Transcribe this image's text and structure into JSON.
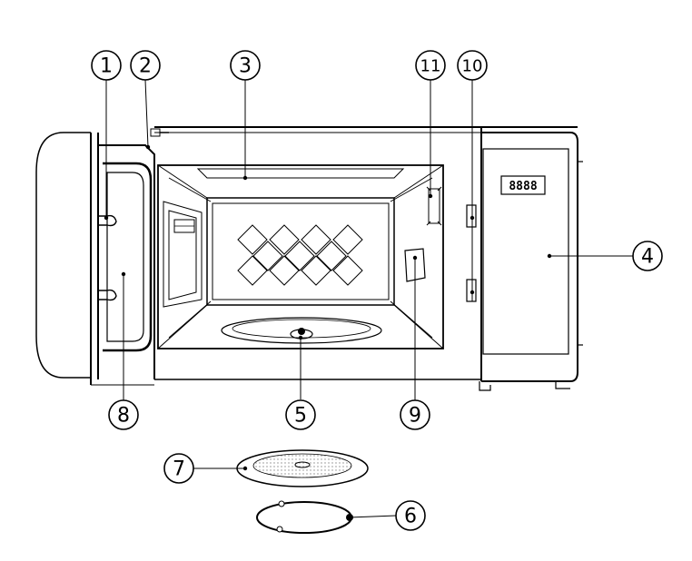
{
  "diagram": {
    "display_readout": "8888",
    "callouts": [
      {
        "id": "1",
        "label": "1"
      },
      {
        "id": "2",
        "label": "2"
      },
      {
        "id": "3",
        "label": "3"
      },
      {
        "id": "4",
        "label": "4"
      },
      {
        "id": "5",
        "label": "5"
      },
      {
        "id": "6",
        "label": "6"
      },
      {
        "id": "7",
        "label": "7"
      },
      {
        "id": "8",
        "label": "8"
      },
      {
        "id": "9",
        "label": "9"
      },
      {
        "id": "10",
        "label": "10"
      },
      {
        "id": "11",
        "label": "11"
      }
    ]
  }
}
